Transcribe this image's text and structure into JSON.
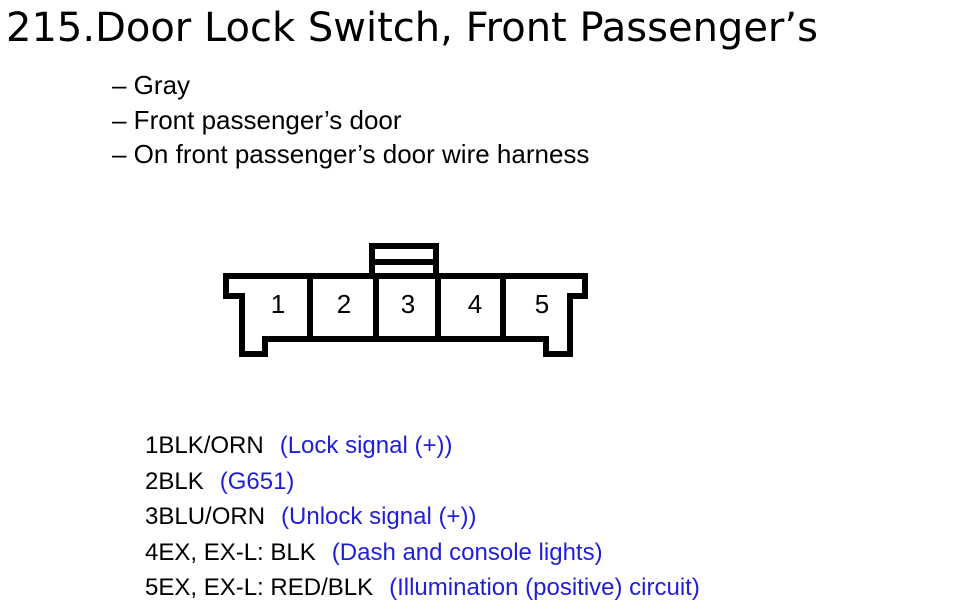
{
  "title": "215.Door Lock Switch, Front Passenger’s",
  "bullets": [
    "– Gray",
    "– Front passenger’s door",
    "– On front passenger’s door wire harness"
  ],
  "connector": {
    "pin_numbers": [
      "1",
      "2",
      "3",
      "4",
      "5"
    ]
  },
  "pins": [
    {
      "label": "1BLK/ORN",
      "desc": "(Lock signal (+))"
    },
    {
      "label": "2BLK",
      "desc": "(G651)"
    },
    {
      "label": "3BLU/ORN",
      "desc": "(Unlock signal (+))"
    },
    {
      "label": "4EX, EX-L: BLK",
      "desc": "(Dash and console lights)"
    },
    {
      "label": "5EX, EX-L: RED/BLK",
      "desc": "(Illumination (positive) circuit)"
    }
  ],
  "colors": {
    "description_text": "#1f1fd8",
    "line": "#000000"
  }
}
